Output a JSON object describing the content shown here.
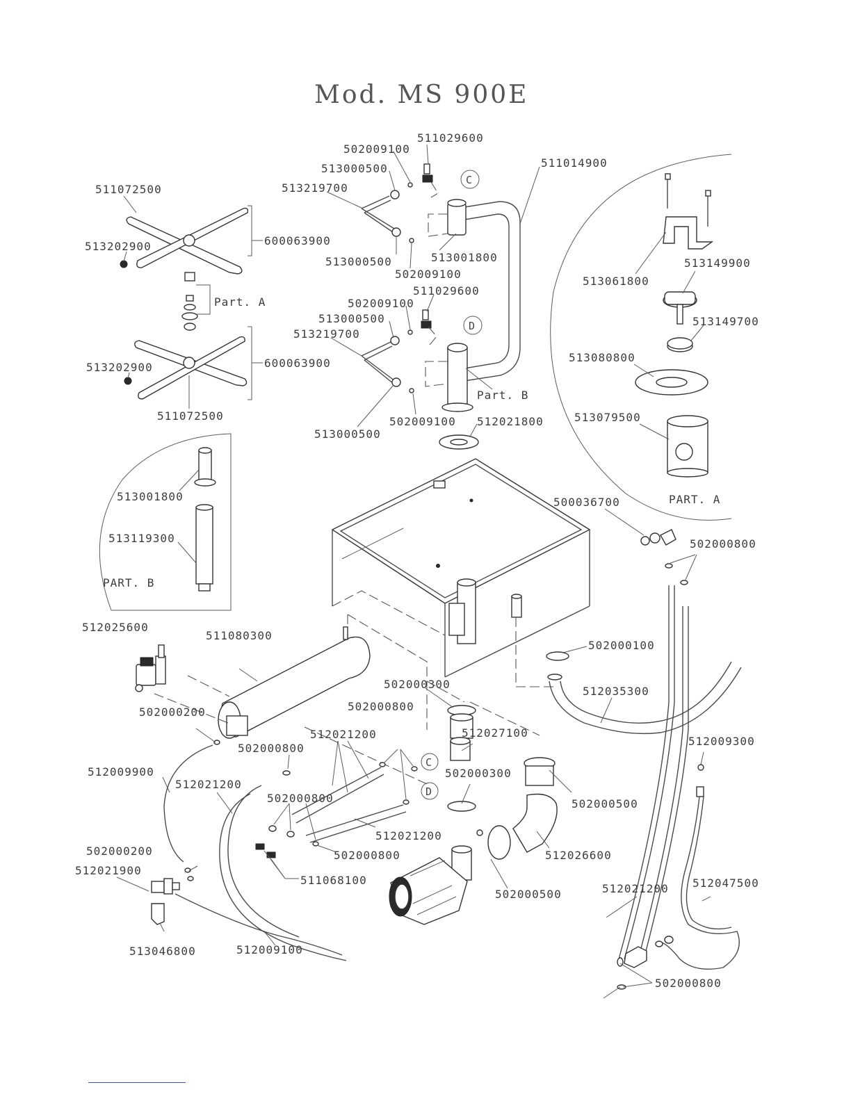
{
  "title": "Mod. MS 900E",
  "section_labels": {
    "part_a_small": "Part. A",
    "part_b_small": "Part. B",
    "part_a_detail": "PART. A",
    "part_b_detail": "PART. B"
  },
  "connector_labels": {
    "c": "C",
    "d": "D"
  },
  "part_numbers": {
    "p511072500_top": "511072500",
    "p513202900_top": "513202900",
    "p600063900_top": "600063900",
    "p513202900_bot": "513202900",
    "p600063900_bot": "600063900",
    "p511072500_bot": "511072500",
    "p502009100_a": "502009100",
    "p511029600_a": "511029600",
    "p513000500_a": "513000500",
    "p513219700_a": "513219700",
    "p511014900": "511014900",
    "p513001800_a": "513001800",
    "p513000500_b": "513000500",
    "p502009100_b": "502009100",
    "p511029600_b": "511029600",
    "p502009100_c": "502009100",
    "p513000500_c": "513000500",
    "p513219700_b": "513219700",
    "p513000500_d": "513000500",
    "p502009100_d": "502009100",
    "p512021800": "512021800",
    "p513061800": "513061800",
    "p513149900": "513149900",
    "p513149700": "513149700",
    "p513080800": "513080800",
    "p513079500": "513079500",
    "p513001800_b": "513001800",
    "p513119300": "513119300",
    "p500036700": "500036700",
    "p502000800_a": "502000800",
    "p512025600": "512025600",
    "p511080300": "511080300",
    "p502000100": "502000100",
    "p502000300_a": "502000300",
    "p512035300": "512035300",
    "p502000800_b": "502000800",
    "p502000200_a": "502000200",
    "p512021200_a": "512021200",
    "p512027100": "512027100",
    "p502000800_c": "502000800",
    "p512009300": "512009300",
    "p512009900": "512009900",
    "p512021200_b": "512021200",
    "p502000300_b": "502000300",
    "p502000800_d": "502000800",
    "p502000500_a": "502000500",
    "p512021200_c": "512021200",
    "p502000200_b": "502000200",
    "p512021900": "512021900",
    "p502000800_e": "502000800",
    "p512026600": "512026600",
    "p511068100": "511068100",
    "p502000500_b": "502000500",
    "p512021200_d": "512021200",
    "p512047500": "512047500",
    "p513046800": "513046800",
    "p512009100": "512009100",
    "p502000800_f": "502000800"
  }
}
